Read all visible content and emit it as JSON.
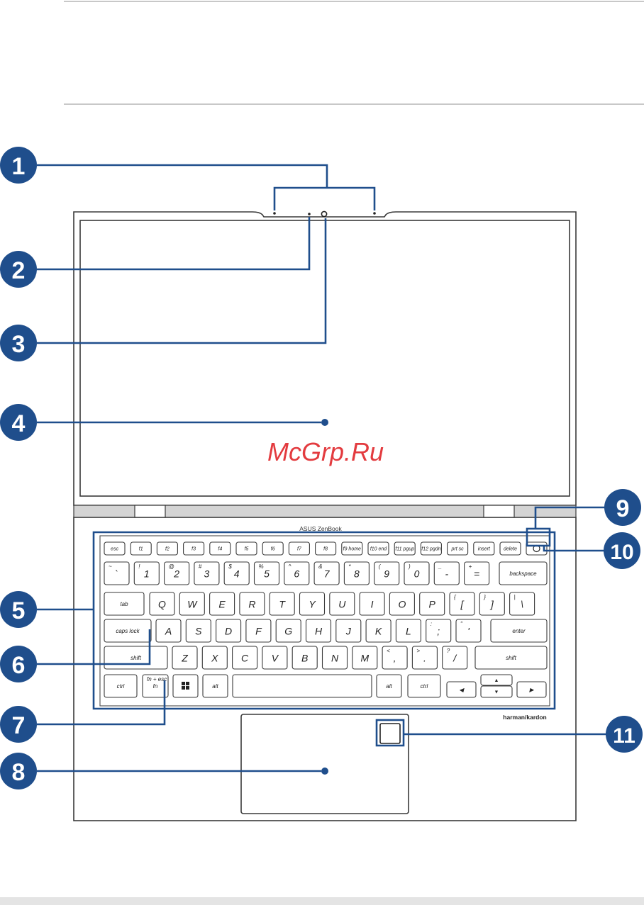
{
  "brand_label": "ASUS ZenBook",
  "audio_label": "harman/kardon",
  "watermark": "McGrp.Ru",
  "colors": {
    "callout": "#1f4e8c",
    "watermark": "#e0262b",
    "outline": "#3a3a3a"
  },
  "callouts": [
    "1",
    "2",
    "3",
    "4",
    "5",
    "6",
    "7",
    "8",
    "9",
    "10",
    "11"
  ],
  "keyboard": {
    "fn_row": [
      "esc",
      "f1",
      "f2",
      "f3",
      "f4",
      "f5",
      "f6",
      "f7",
      "f8",
      "f9 home",
      "f10 end",
      "f11 pgup",
      "f12 pgdn",
      "prt sc",
      "insert",
      "delete"
    ],
    "num_row": [
      "`",
      "1",
      "2",
      "3",
      "4",
      "5",
      "6",
      "7",
      "8",
      "9",
      "0",
      "-",
      "=",
      "backspace"
    ],
    "num_row_shift": [
      "~",
      "!",
      "@",
      "#",
      "$",
      "%",
      "^",
      "&",
      "*",
      "(",
      ")",
      "_",
      "+"
    ],
    "top_row": [
      "tab",
      "Q",
      "W",
      "E",
      "R",
      "T",
      "Y",
      "U",
      "I",
      "O",
      "P",
      "[",
      "]",
      "\\"
    ],
    "top_row_shift": [
      "{",
      "}",
      "|"
    ],
    "home_row": [
      "caps lock",
      "A",
      "S",
      "D",
      "F",
      "G",
      "H",
      "J",
      "K",
      "L",
      ";",
      "'",
      "enter"
    ],
    "home_row_shift": [
      ":",
      "\""
    ],
    "bottom_row": [
      "shift",
      "Z",
      "X",
      "C",
      "V",
      "B",
      "N",
      "M",
      ",",
      ".",
      "/",
      "shift"
    ],
    "bottom_row_shift": [
      "<",
      ">",
      "?"
    ],
    "space_row": [
      "ctrl",
      "fn",
      "alt",
      "alt",
      "ctrl"
    ],
    "fn_lock_label": "fn + esc"
  }
}
